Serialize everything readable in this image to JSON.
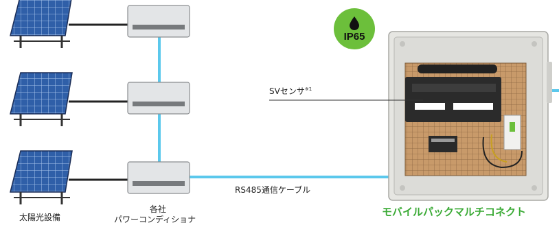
{
  "labels": {
    "solar_equipment": "太陽光設備",
    "pcs_line1": "各社",
    "pcs_line2": "パワーコンディショナ",
    "sv_sensor": "SVセンサ",
    "sv_sensor_note": "※1",
    "cable": "RS485通信ケーブル",
    "product_name": "モバイルパックマルチコネクト"
  },
  "badge": {
    "text": "IP65",
    "icon": "water-drop-icon"
  },
  "colors": {
    "accent_green": "#6cbf3b",
    "product_green": "#3aaa35",
    "cable_blue": "#5bc8ec",
    "panel_blue": "#2f5fa8",
    "pcs_gray": "#e3e5e7"
  }
}
